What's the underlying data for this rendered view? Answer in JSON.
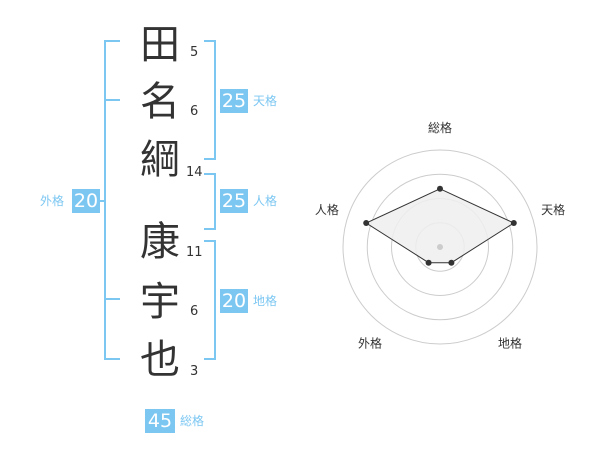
{
  "name": {
    "surname": [
      {
        "char": "田",
        "strokes": "5"
      },
      {
        "char": "名",
        "strokes": "6"
      },
      {
        "char": "綱",
        "strokes": "14"
      }
    ],
    "given": [
      {
        "char": "康",
        "strokes": "11"
      },
      {
        "char": "宇",
        "strokes": "6"
      },
      {
        "char": "也",
        "strokes": "3"
      }
    ]
  },
  "kakusu": {
    "tenkaku": {
      "value": "25",
      "label": "天格"
    },
    "jinkaku": {
      "value": "25",
      "label": "人格"
    },
    "chikaku": {
      "value": "20",
      "label": "地格"
    },
    "gaikaku": {
      "value": "20",
      "label": "外格"
    },
    "soukaku": {
      "value": "45",
      "label": "総格"
    }
  },
  "colors": {
    "accent": "#7cc7f2",
    "text": "#333333",
    "grid": "#cccccc",
    "fill": "#eeeeee"
  },
  "chart_data": {
    "type": "radar",
    "axes": [
      "総格",
      "天格",
      "地格",
      "外格",
      "人格"
    ],
    "values": [
      3,
      4,
      1,
      1,
      4
    ],
    "max": 5,
    "grid_levels": 4
  }
}
